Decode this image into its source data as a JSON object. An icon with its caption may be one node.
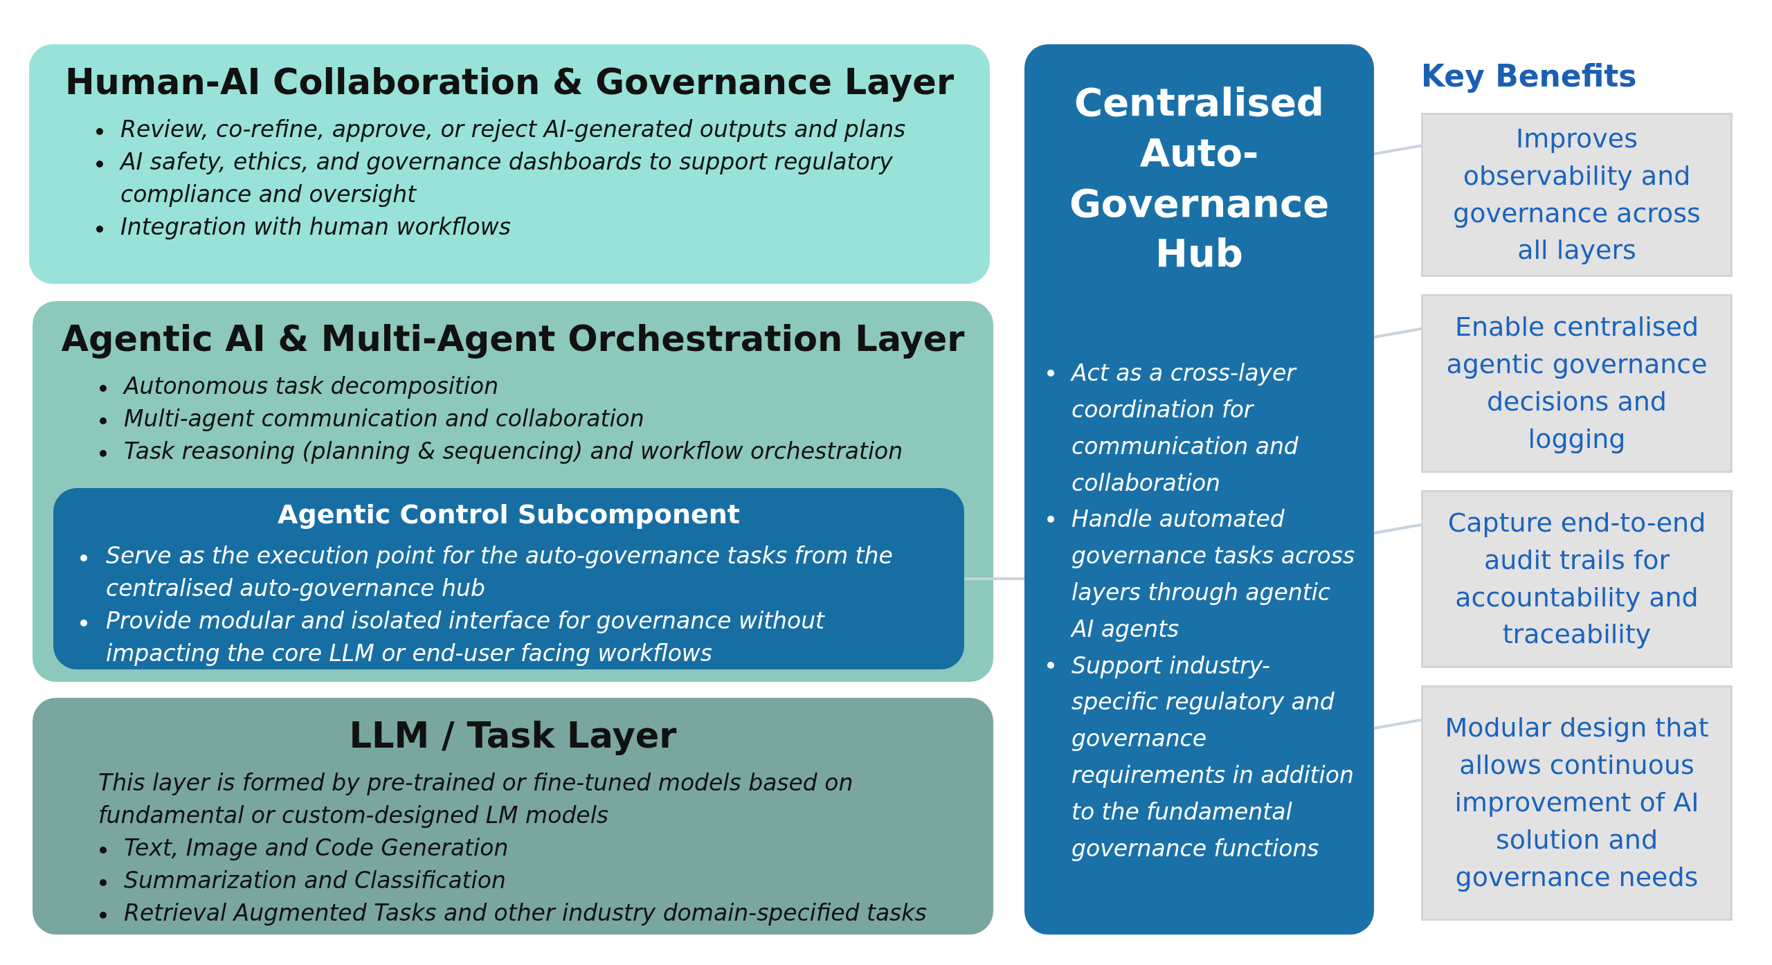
{
  "diagram": {
    "nodes": [
      {
        "text": [
          "Human-AI Collaboration & Governance Layer",
          "Review, co-refine, approve, or reject AI-generated outputs and plans",
          "AI safety, ethics, and governance dashboards to support regulatory compliance and oversight",
          "Integration with human workflows"
        ]
      },
      {
        "text": [
          "Agentic AI & Multi-Agent Orchestration Layer",
          "Autonomous task decomposition",
          "Multi-agent communication and collaboration",
          "Task reasoning (planning & sequencing) and workflow orchestration"
        ]
      },
      {
        "text": [
          "Agentic Control Subcomponent",
          "Serve as the execution point for the auto-governance tasks from the centralised auto-governance hub",
          "Provide modular and isolated interface for governance without impacting the core LLM or end-user facing workflows"
        ],
        "in": 1
      },
      {
        "text": [
          "LLM / Task Layer",
          "This layer is formed by pre-trained or fine-tuned models based on fundamental or custom-designed LM models",
          "Text, Image and Code Generation",
          "Summarization and Classification",
          "Retrieval Augmented Tasks and other industry domain-specified tasks"
        ]
      },
      {
        "text": [
          "Centralised Auto-Governance Hub",
          "Act as a cross-layer coordination for communication and collaboration",
          "Handle automated governance tasks across layers through agentic AI agents",
          "Support industry-specific regulatory and governance requirements in addition to the fundamental governance functions"
        ]
      },
      {
        "text": [
          "Improves observability and governance across all layers"
        ]
      },
      {
        "text": [
          "Enable centralised agentic governance decisions and logging"
        ]
      },
      {
        "text": [
          "Capture end-to-end audit trails for accountability and traceability"
        ]
      },
      {
        "text": [
          "Modular design that allows continuous improvement of AI solution and governance needs"
        ]
      }
    ],
    "edges": [
      {
        "from": 2,
        "to": 4,
        "arrow": "none"
      },
      {
        "from": 4,
        "to": 5,
        "arrow": "none"
      },
      {
        "from": 4,
        "to": 6,
        "arrow": "none"
      },
      {
        "from": 4,
        "to": 7,
        "arrow": "none"
      },
      {
        "from": 4,
        "to": 8,
        "arrow": "none"
      }
    ],
    "labels": [
      "Key Benefits"
    ]
  }
}
